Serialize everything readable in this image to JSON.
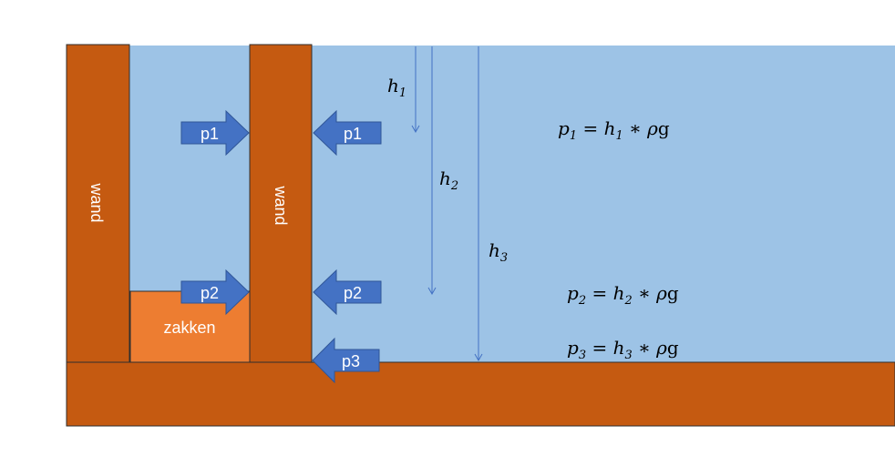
{
  "labels": {
    "wall_left": "wand",
    "wall_middle": "wand",
    "bags": "zakken"
  },
  "arrows": {
    "p1_left": "p1",
    "p1_right": "p1",
    "p2_left": "p2",
    "p2_right": "p2",
    "p3": "p3"
  },
  "heights": {
    "h1": {
      "var": "h",
      "sub": "1"
    },
    "h2": {
      "var": "h",
      "sub": "2"
    },
    "h3": {
      "var": "h",
      "sub": "3"
    }
  },
  "formulas": [
    {
      "p": "p",
      "p_sub": "1",
      "eq": " = ",
      "h": "h",
      "h_sub": "1",
      "rest": " ∗ ",
      "rho": "ρ",
      "g": "g"
    },
    {
      "p": "p",
      "p_sub": "2",
      "eq": " = ",
      "h": "h",
      "h_sub": "2",
      "rest": " ∗ ",
      "rho": "ρ",
      "g": "g"
    },
    {
      "p": "p",
      "p_sub": "3",
      "eq": " = ",
      "h": "h",
      "h_sub": "3",
      "rest": " ∗ ",
      "rho": "ρ",
      "g": "g"
    }
  ],
  "colors": {
    "wall": "#c55a11",
    "water": "#9dc3e6",
    "bags": "#ed7d31",
    "arrow": "#4472c4"
  }
}
